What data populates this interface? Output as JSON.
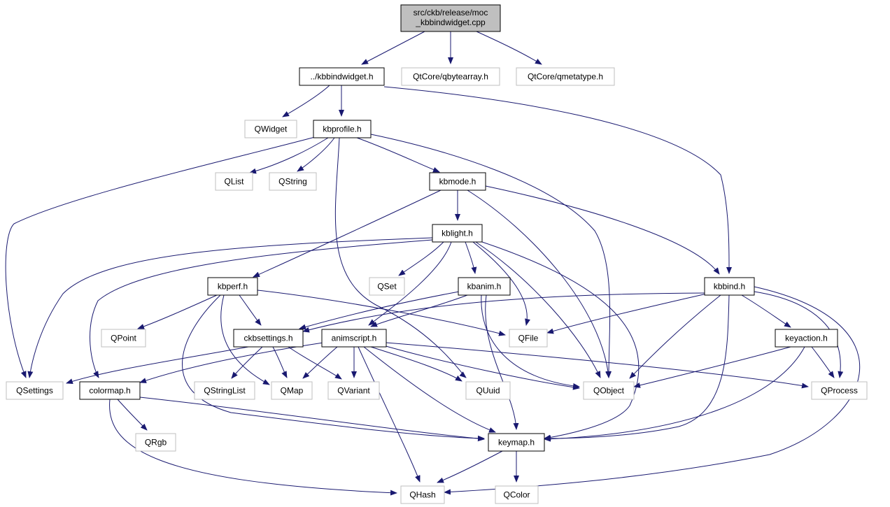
{
  "diagram": {
    "colors": {
      "edge": "#191970",
      "root_fill": "#bfbfbf",
      "external_border": "#bfbfbf"
    },
    "nodes": [
      {
        "id": "root",
        "label": "src/ckb/release/moc_kbbindwidget.cpp",
        "lines": [
          "src/ckb/release/moc",
          "_kbbindwidget.cpp"
        ],
        "kind": "root"
      },
      {
        "id": "kbbindwidget",
        "label": "../kbbindwidget.h",
        "kind": "local"
      },
      {
        "id": "qbytearray",
        "label": "QtCore/qbytearray.h",
        "kind": "external"
      },
      {
        "id": "qmetatype",
        "label": "QtCore/qmetatype.h",
        "kind": "external"
      },
      {
        "id": "qwidget",
        "label": "QWidget",
        "kind": "external"
      },
      {
        "id": "kbprofile",
        "label": "kbprofile.h",
        "kind": "local"
      },
      {
        "id": "kbbind",
        "label": "kbbind.h",
        "kind": "local"
      },
      {
        "id": "qlist",
        "label": "QList",
        "kind": "external"
      },
      {
        "id": "qstring",
        "label": "QString",
        "kind": "external"
      },
      {
        "id": "kbmode",
        "label": "kbmode.h",
        "kind": "local"
      },
      {
        "id": "kblight",
        "label": "kblight.h",
        "kind": "local"
      },
      {
        "id": "kbperf",
        "label": "kbperf.h",
        "kind": "local"
      },
      {
        "id": "qset",
        "label": "QSet",
        "kind": "external"
      },
      {
        "id": "kbanim",
        "label": "kbanim.h",
        "kind": "local"
      },
      {
        "id": "qpoint",
        "label": "QPoint",
        "kind": "external"
      },
      {
        "id": "ckbsettings",
        "label": "ckbsettings.h",
        "kind": "local"
      },
      {
        "id": "animscript",
        "label": "animscript.h",
        "kind": "local"
      },
      {
        "id": "qfile",
        "label": "QFile",
        "kind": "external"
      },
      {
        "id": "keyaction",
        "label": "keyaction.h",
        "kind": "local"
      },
      {
        "id": "qsettings",
        "label": "QSettings",
        "kind": "external"
      },
      {
        "id": "colormap",
        "label": "colormap.h",
        "kind": "local"
      },
      {
        "id": "qstringlist",
        "label": "QStringList",
        "kind": "external"
      },
      {
        "id": "qmap",
        "label": "QMap",
        "kind": "external"
      },
      {
        "id": "qvariant",
        "label": "QVariant",
        "kind": "external"
      },
      {
        "id": "quuid",
        "label": "QUuid",
        "kind": "external"
      },
      {
        "id": "qobject",
        "label": "QObject",
        "kind": "external"
      },
      {
        "id": "qprocess",
        "label": "QProcess",
        "kind": "external"
      },
      {
        "id": "qrgb",
        "label": "QRgb",
        "kind": "external"
      },
      {
        "id": "keymap",
        "label": "keymap.h",
        "kind": "local"
      },
      {
        "id": "qhash",
        "label": "QHash",
        "kind": "external"
      },
      {
        "id": "qcolor",
        "label": "QColor",
        "kind": "external"
      }
    ],
    "edges": [
      [
        "root",
        "kbbindwidget"
      ],
      [
        "root",
        "qbytearray"
      ],
      [
        "root",
        "qmetatype"
      ],
      [
        "kbbindwidget",
        "qwidget"
      ],
      [
        "kbbindwidget",
        "kbprofile"
      ],
      [
        "kbbindwidget",
        "kbbind"
      ],
      [
        "kbprofile",
        "qsettings"
      ],
      [
        "kbprofile",
        "qlist"
      ],
      [
        "kbprofile",
        "qstring"
      ],
      [
        "kbprofile",
        "kbmode"
      ],
      [
        "kbprofile",
        "qobject"
      ],
      [
        "kbprofile",
        "quuid"
      ],
      [
        "kbmode",
        "kblight"
      ],
      [
        "kbmode",
        "kbperf"
      ],
      [
        "kbmode",
        "qobject"
      ],
      [
        "kbmode",
        "kbbind"
      ],
      [
        "kblight",
        "qsettings"
      ],
      [
        "kblight",
        "colormap"
      ],
      [
        "kblight",
        "qset"
      ],
      [
        "kblight",
        "kbanim"
      ],
      [
        "kblight",
        "animscript"
      ],
      [
        "kblight",
        "qfile"
      ],
      [
        "kblight",
        "qobject"
      ],
      [
        "kblight",
        "keymap"
      ],
      [
        "kbperf",
        "qpoint"
      ],
      [
        "kbperf",
        "ckbsettings"
      ],
      [
        "kbperf",
        "qmap"
      ],
      [
        "kbperf",
        "keymap"
      ],
      [
        "kbperf",
        "qfile"
      ],
      [
        "kbanim",
        "ckbsettings"
      ],
      [
        "kbanim",
        "animscript"
      ],
      [
        "kbanim",
        "qobject"
      ],
      [
        "kbanim",
        "keymap"
      ],
      [
        "kbbind",
        "ckbsettings"
      ],
      [
        "kbbind",
        "qfile"
      ],
      [
        "kbbind",
        "keyaction"
      ],
      [
        "kbbind",
        "qprocess"
      ],
      [
        "kbbind",
        "qobject"
      ],
      [
        "kbbind",
        "keymap"
      ],
      [
        "kbbind",
        "qhash"
      ],
      [
        "ckbsettings",
        "qsettings"
      ],
      [
        "ckbsettings",
        "qstringlist"
      ],
      [
        "ckbsettings",
        "qmap"
      ],
      [
        "ckbsettings",
        "qvariant"
      ],
      [
        "animscript",
        "colormap"
      ],
      [
        "animscript",
        "qmap"
      ],
      [
        "animscript",
        "qvariant"
      ],
      [
        "animscript",
        "quuid"
      ],
      [
        "animscript",
        "qobject"
      ],
      [
        "animscript",
        "qprocess"
      ],
      [
        "animscript",
        "keymap"
      ],
      [
        "animscript",
        "qhash"
      ],
      [
        "keyaction",
        "qobject"
      ],
      [
        "keyaction",
        "qprocess"
      ],
      [
        "keyaction",
        "keymap"
      ],
      [
        "colormap",
        "qrgb"
      ],
      [
        "colormap",
        "keymap"
      ],
      [
        "colormap",
        "qhash"
      ],
      [
        "keymap",
        "qhash"
      ],
      [
        "keymap",
        "qcolor"
      ]
    ]
  }
}
